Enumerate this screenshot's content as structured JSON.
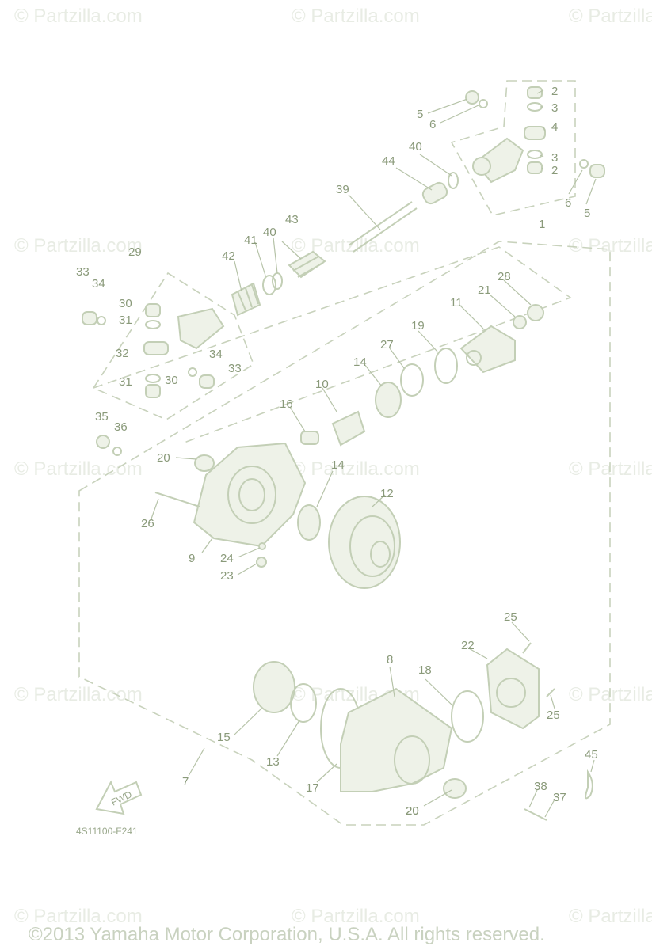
{
  "watermark": "© Partzilla.com",
  "diagram_code": "4S11100-F241",
  "fwd_label": "FWD",
  "copyright": "©2013 Yamaha Motor Corporation, U.S.A. All rights reserved.",
  "callouts": [
    "1",
    "2",
    "2",
    "3",
    "3",
    "4",
    "5",
    "5",
    "6",
    "6",
    "7",
    "8",
    "9",
    "10",
    "11",
    "12",
    "13",
    "14",
    "14",
    "15",
    "16",
    "17",
    "18",
    "19",
    "20",
    "20",
    "20",
    "21",
    "22",
    "23",
    "24",
    "25",
    "25",
    "26",
    "27",
    "28",
    "29",
    "30",
    "30",
    "31",
    "31",
    "32",
    "33",
    "33",
    "34",
    "34",
    "35",
    "36",
    "37",
    "38",
    "39",
    "40",
    "40",
    "41",
    "42",
    "43",
    "44",
    "45"
  ]
}
